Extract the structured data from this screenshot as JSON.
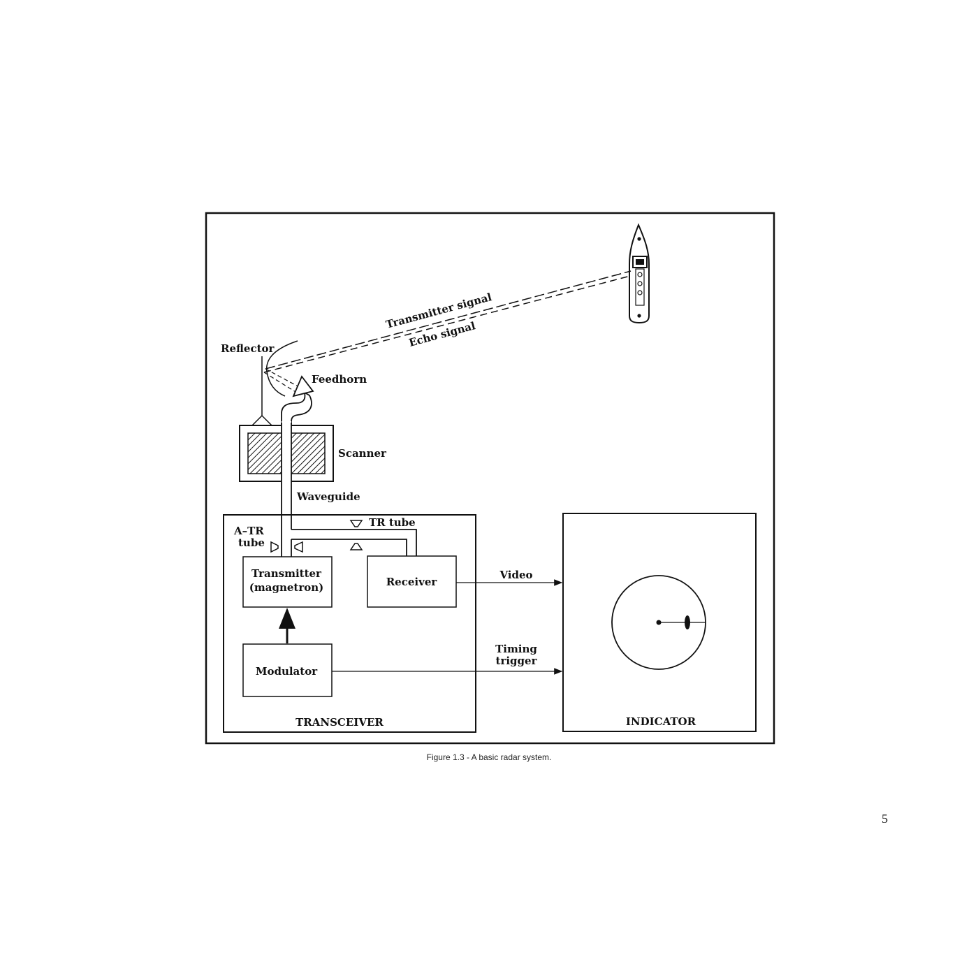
{
  "figure": {
    "labels": {
      "transmitter_signal": "Transmitter signal",
      "echo_signal": "Echo signal",
      "reflector": "Reflector",
      "feedhorn": "Feedhorn",
      "scanner": "Scanner",
      "waveguide": "Waveguide",
      "atr_line1": "A–TR",
      "atr_line2": "tube",
      "tr_tube": "TR tube",
      "transmitter_line1": "Transmitter",
      "transmitter_line2": "(magnetron)",
      "receiver": "Receiver",
      "modulator": "Modulator",
      "transceiver": "TRANSCEIVER",
      "video": "Video",
      "timing_line1": "Timing",
      "timing_line2": "trigger",
      "indicator": "INDICATOR"
    },
    "colors": {
      "ink": "#111111",
      "paper": "#ffffff"
    }
  },
  "caption": "Figure 1.3 - A basic radar system.",
  "page_number": "5"
}
